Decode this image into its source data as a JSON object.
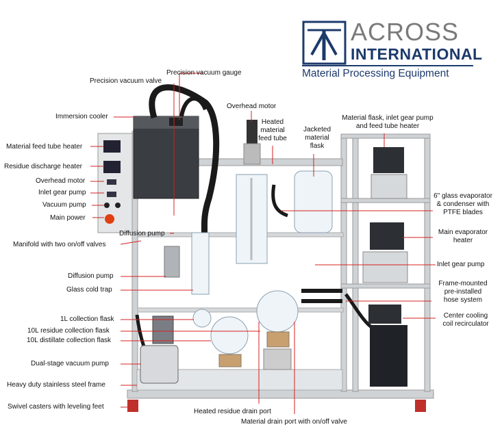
{
  "brand": {
    "name_line1": "ACROSS",
    "name_line2": "INTERNATIONAL",
    "tagline": "Material Processing Equipment",
    "color_navy": "#1c3a6b",
    "color_gray": "#7a7a7a"
  },
  "labels": {
    "precision_vacuum_gauge": "Precision vacuum gauge",
    "precision_vacuum_valve": "Precision vacuum valve",
    "overhead_motor_top": "Overhead motor",
    "immersion_cooler": "Immersion cooler",
    "heated_material_feed_tube": "Heated\nmaterial\nfeed tube",
    "jacketed_material_flask": "Jacketed\nmaterial\nflask",
    "material_flask_pump_heater": "Material flask, inlet gear pump\nand feed tube heater",
    "material_feed_tube_heater": "Material feed tube heater",
    "residue_discharge_heater": "Residue discharge heater",
    "overhead_motor_left": "Overhead motor",
    "inlet_gear_pump_left": "Inlet gear pump",
    "vacuum_pump": "Vacuum pump",
    "main_power": "Main power",
    "diffusion_pump_upper": "Diffusion pump",
    "manifold": "Manifold with two on/off valves",
    "glass_evaporator": "6\" glass evaporator\n& condenser with\nPTFE blades",
    "main_evaporator_heater": "Main evaporator\nheater",
    "inlet_gear_pump_right": "Inlet gear pump",
    "diffusion_pump_lower": "Diffusion pump",
    "glass_cold_trap": "Glass cold trap",
    "frame_mounted_hose": "Frame-mounted\npre-installed\nhose system",
    "collection_flask_1l": "1L collection flask",
    "center_cooling": "Center cooling\ncoil recirculator",
    "residue_collection_10l": "10L residue collection flask",
    "distillate_collection_10l": "10L distillate collection flask",
    "dual_stage_vacuum_pump": "Dual-stage vacuum pump",
    "stainless_frame": "Heavy duty stainless steel frame",
    "swivel_casters": "Swivel casters with leveling feet",
    "heated_residue_drain": "Heated residue drain port",
    "material_drain_port": "Material drain port with on/off valve"
  },
  "icons": [
    "across-logo-icon"
  ],
  "colors": {
    "leader": "#d62020",
    "frame": "#c8ccd0",
    "hose": "#1a1a1a"
  }
}
